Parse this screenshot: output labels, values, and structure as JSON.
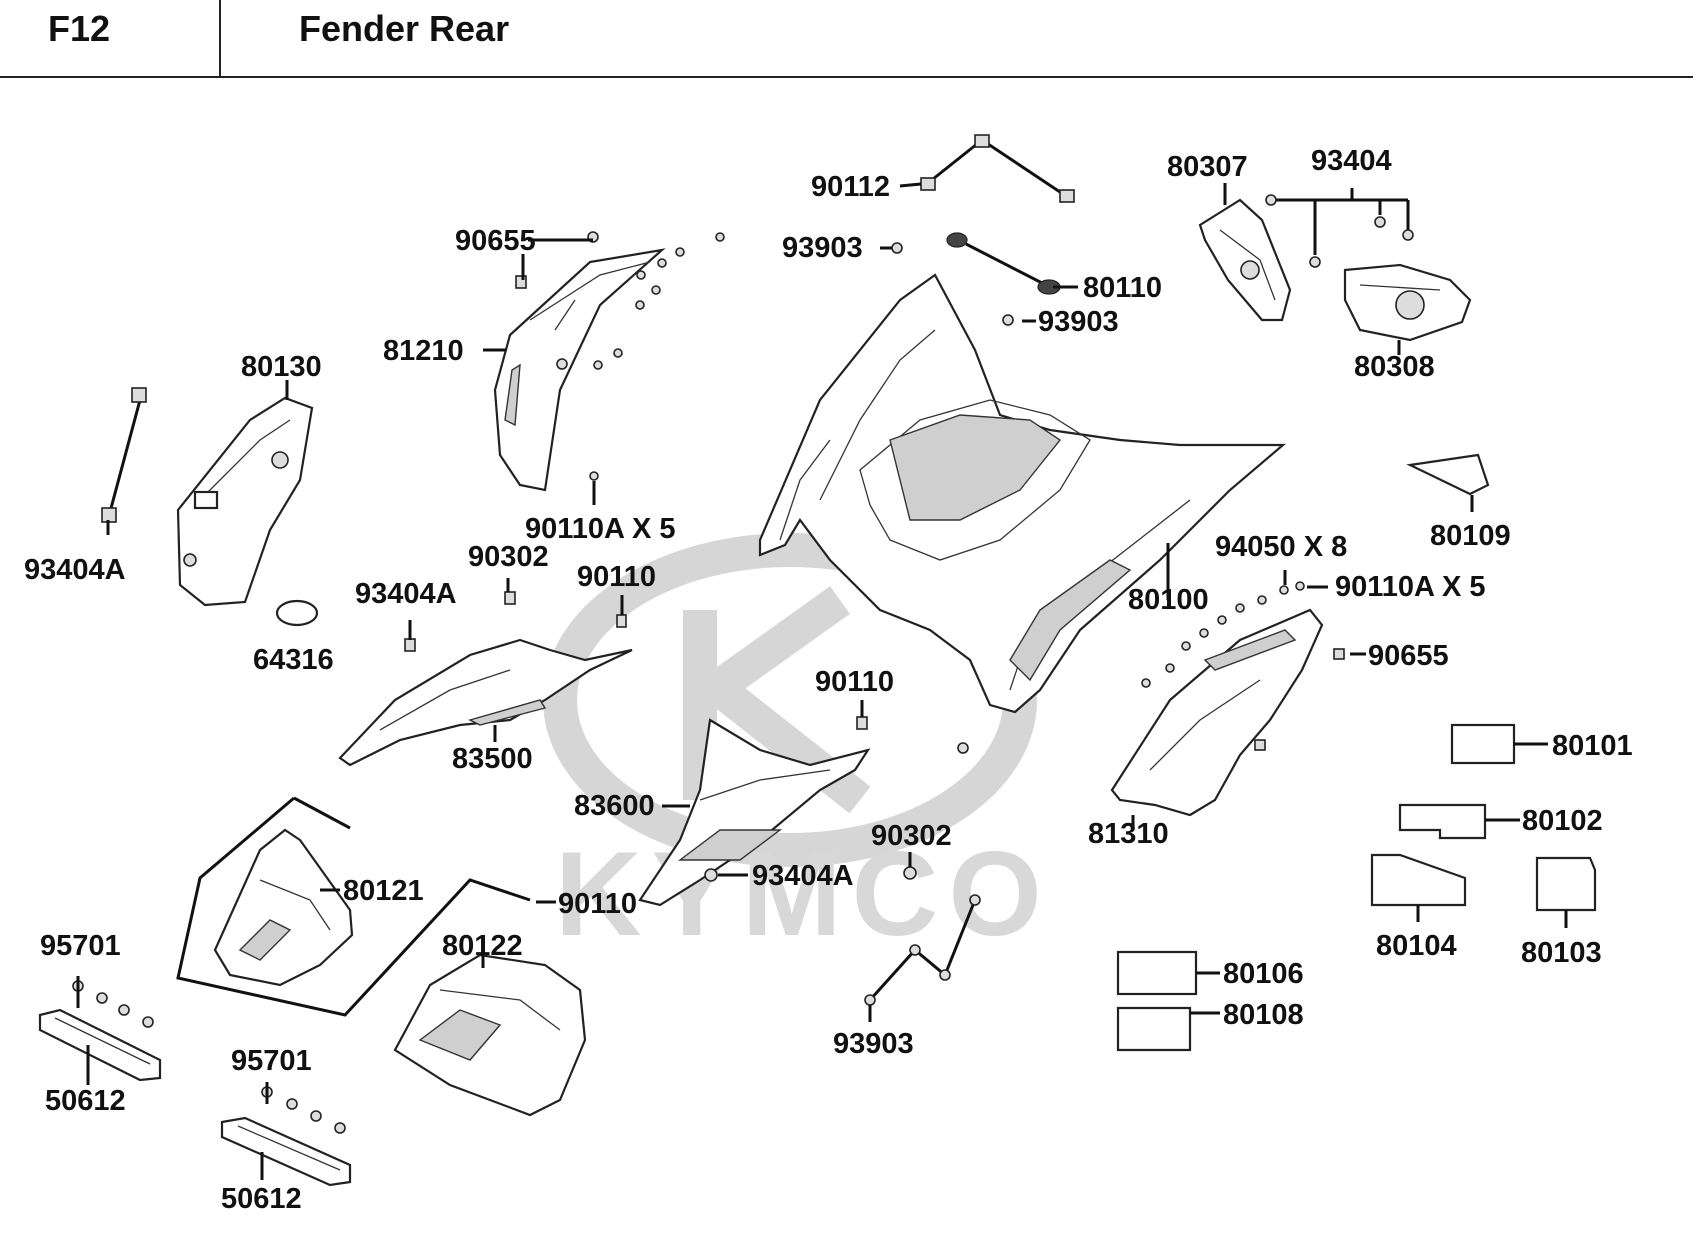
{
  "header": {
    "code": "F12",
    "title": "Fender Rear"
  },
  "watermark": {
    "text": "KYMCO"
  },
  "labels": {
    "p90112": "90112",
    "p80307": "80307",
    "p93404": "93404",
    "p90655a": "90655",
    "p93903a": "93903",
    "p80110": "80110",
    "p93903b": "93903",
    "p81210": "81210",
    "p80308": "80308",
    "p80130": "80130",
    "p93404A_a": "93404A",
    "p90110Ax5_a": "90110A X 5",
    "p80109": "80109",
    "p90302a": "90302",
    "p94050": "94050 X 8",
    "p90110a": "90110",
    "p80100": "80100",
    "p90110Ax5_b": "90110A X 5",
    "p93404A_b": "93404A",
    "p64316": "64316",
    "p90655b": "90655",
    "p90110b": "90110",
    "p83500": "83500",
    "p80101": "80101",
    "p83600": "83600",
    "p81310": "81310",
    "p80102": "80102",
    "p90302b": "90302",
    "p93404A_c": "93404A",
    "p80121": "80121",
    "p90110c": "90110",
    "p80104": "80104",
    "p80103": "80103",
    "p95701a": "95701",
    "p80122": "80122",
    "p80106": "80106",
    "p80108": "80108",
    "p93903c": "93903",
    "p95701b": "95701",
    "p50612a": "50612",
    "p50612b": "50612"
  },
  "colors": {
    "line": "#111111",
    "part_fill": "#ffffff",
    "shade": "#cfcfcf",
    "watermark": "#d6d6d6"
  }
}
